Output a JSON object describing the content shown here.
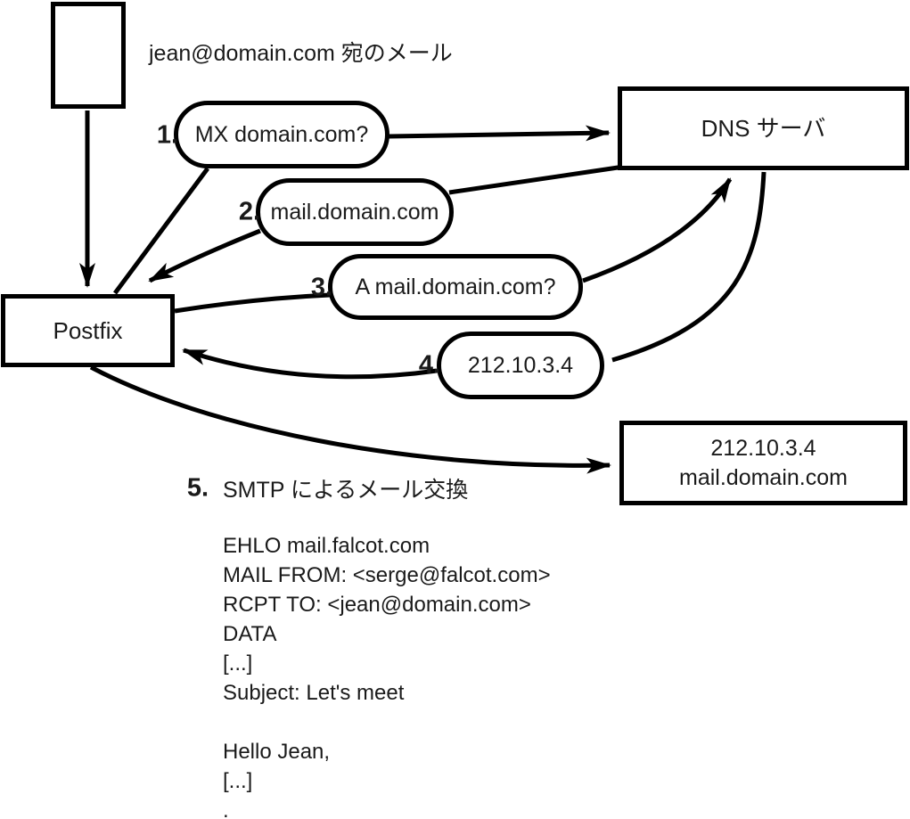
{
  "labels": {
    "mail_to": "jean@domain.com 宛のメール",
    "postfix": "Postfix",
    "dns": "DNS サーバ",
    "server_ip": "212.10.3.4",
    "server_host": "mail.domain.com"
  },
  "steps": [
    {
      "num": "1.",
      "label": "MX domain.com?"
    },
    {
      "num": "2.",
      "label": "mail.domain.com"
    },
    {
      "num": "3.",
      "label": "A mail.domain.com?"
    },
    {
      "num": "4.",
      "label": "212.10.3.4"
    },
    {
      "num": "5.",
      "label": "SMTP によるメール交換"
    }
  ],
  "smtp": {
    "lines": [
      "EHLO mail.falcot.com",
      "MAIL FROM: <serge@falcot.com>",
      "RCPT TO: <jean@domain.com>",
      "DATA",
      "[...]",
      "Subject: Let's meet",
      "",
      "Hello Jean,",
      "[...]",
      "."
    ]
  },
  "colors": {
    "stroke": "#000000",
    "background": "#ffffff"
  }
}
